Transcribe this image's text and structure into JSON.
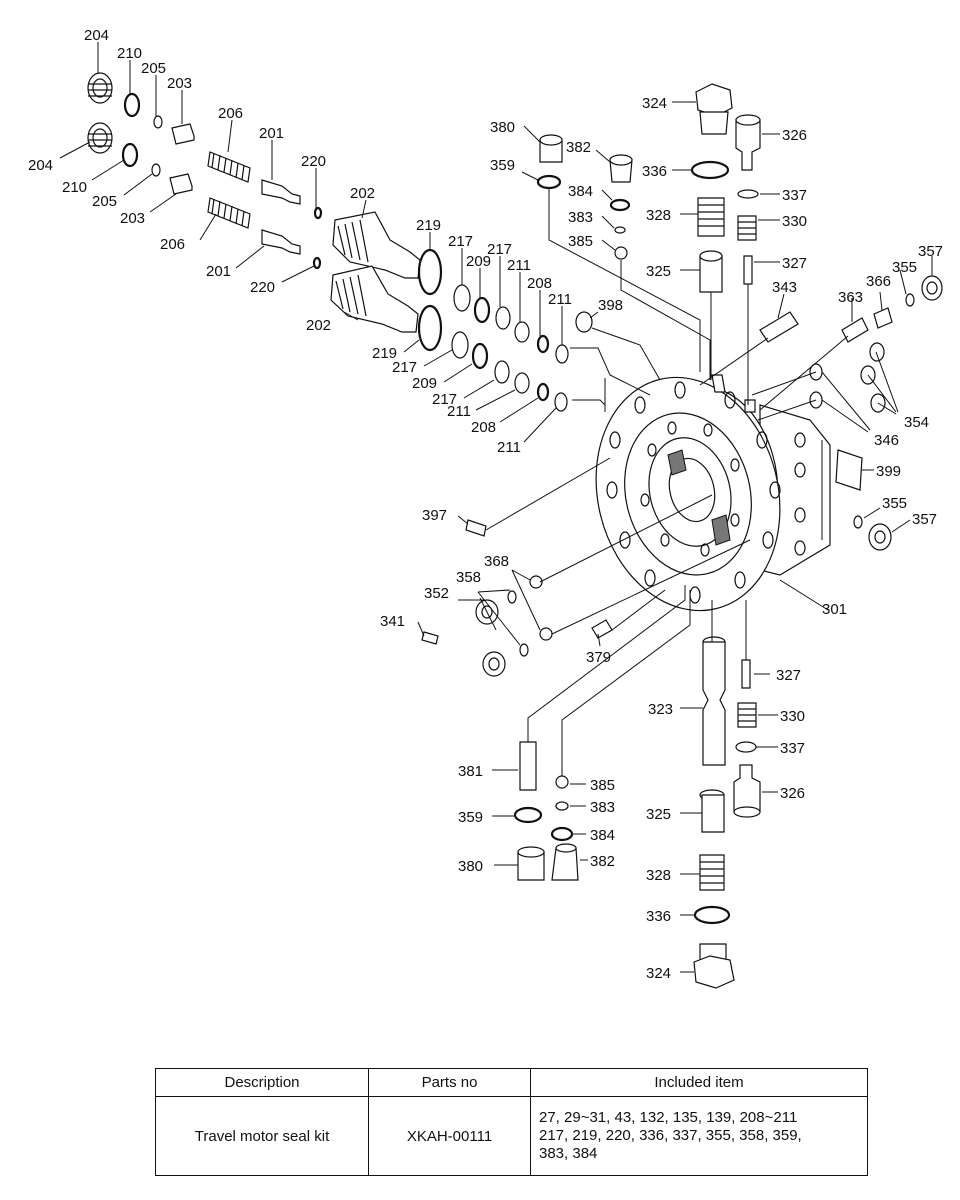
{
  "labels": {
    "l204a": "204",
    "l210a": "210",
    "l205a": "205",
    "l203a": "203",
    "l206a": "206",
    "l201a": "201",
    "l220a": "220",
    "l204b": "204",
    "l210b": "210",
    "l205b": "205",
    "l203b": "203",
    "l206b": "206",
    "l201b": "201",
    "l220b": "220",
    "l202a": "202",
    "l202b": "202",
    "l219a": "219",
    "l219b": "219",
    "l217a": "217",
    "l209a": "209",
    "l217b": "217",
    "l211a": "211",
    "l208a": "208",
    "l211b": "211",
    "l217c": "217",
    "l209b": "209",
    "l217d": "217",
    "l211c": "211",
    "l208b": "208",
    "l211d": "211",
    "l380a": "380",
    "l382a": "382",
    "l359a": "359",
    "l384a": "384",
    "l383a": "383",
    "l385a": "385",
    "l398": "398",
    "l324a": "324",
    "l326a": "326",
    "l336a": "336",
    "l337a": "337",
    "l328a": "328",
    "l330a": "330",
    "l325a": "325",
    "l327a": "327",
    "l343": "343",
    "l363": "363",
    "l366": "366",
    "l355a": "355",
    "l357a": "357",
    "l354": "354",
    "l346": "346",
    "l399": "399",
    "l355b": "355",
    "l357b": "357",
    "l397": "397",
    "l368": "368",
    "l358": "358",
    "l352": "352",
    "l341": "341",
    "l379": "379",
    "l301": "301",
    "l327b": "327",
    "l323": "323",
    "l330b": "330",
    "l337b": "337",
    "l326b": "326",
    "l325b": "325",
    "l328b": "328",
    "l336b": "336",
    "l324b": "324",
    "l381": "381",
    "l385b": "385",
    "l383b": "383",
    "l384b": "384",
    "l359b": "359",
    "l380b": "380",
    "l382b": "382"
  },
  "table": {
    "headers": [
      "Description",
      "Parts no",
      "Included item"
    ],
    "rows": [
      {
        "description": "Travel motor seal kit",
        "parts_no": "XKAH-00111",
        "included": [
          "27, 29~31, 43, 132, 135, 139, 208~211",
          "217, 219, 220, 336, 337, 355, 358, 359,",
          "383, 384"
        ]
      }
    ]
  }
}
